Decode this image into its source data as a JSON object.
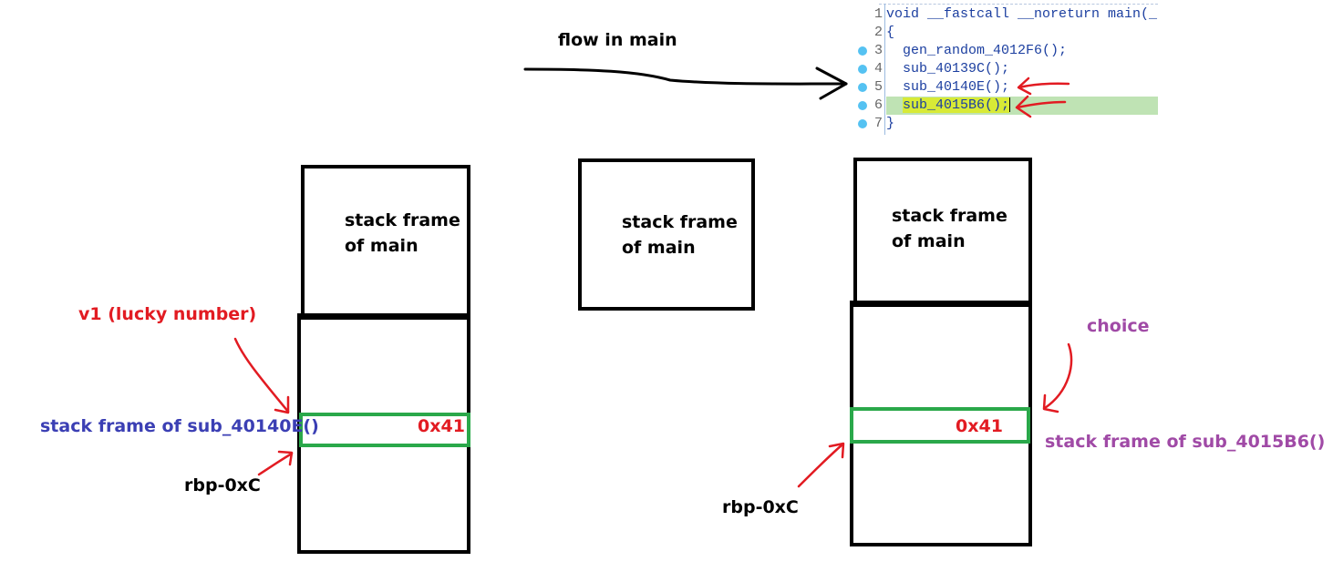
{
  "flow": {
    "label": "flow in main"
  },
  "code": {
    "lines": [
      {
        "num": "1",
        "text": "void __fastcall __noreturn main(_",
        "dot": false
      },
      {
        "num": "2",
        "text": "{",
        "dot": false
      },
      {
        "num": "3",
        "text": "  gen_random_4012F6();",
        "dot": true
      },
      {
        "num": "4",
        "text": "  sub_40139C();",
        "dot": true
      },
      {
        "num": "5",
        "text": "  sub_40140E();",
        "dot": true
      },
      {
        "num": "6",
        "text": "  sub_4015B6();",
        "dot": true,
        "highlighted": true
      },
      {
        "num": "7",
        "text": "}",
        "dot": true
      }
    ]
  },
  "stack1": {
    "main_line1": "stack frame",
    "main_line2": "of main",
    "slot_value": "0x41",
    "var_label": "v1 (lucky number)",
    "frame_label": "stack frame of sub_40140E()",
    "offset_label": "rbp-0xC"
  },
  "stack_middle": {
    "main_line1": "stack frame",
    "main_line2": "of main"
  },
  "stack2": {
    "main_line1": "stack frame",
    "main_line2": "of main",
    "slot_value": "0x41",
    "var_label": "choice",
    "frame_label": "stack frame of sub_4015B6()",
    "offset_label": "rbp-0xC"
  },
  "colors": {
    "annotation_red": "#e21b22",
    "frame_label_blue": "#3b3fb4",
    "frame_label_purple": "#a04aa6",
    "slot_border_green": "#2aa84a",
    "line_highlight_green": "#bfe3b4",
    "breakpoint_dot_blue": "#55c2f2"
  }
}
